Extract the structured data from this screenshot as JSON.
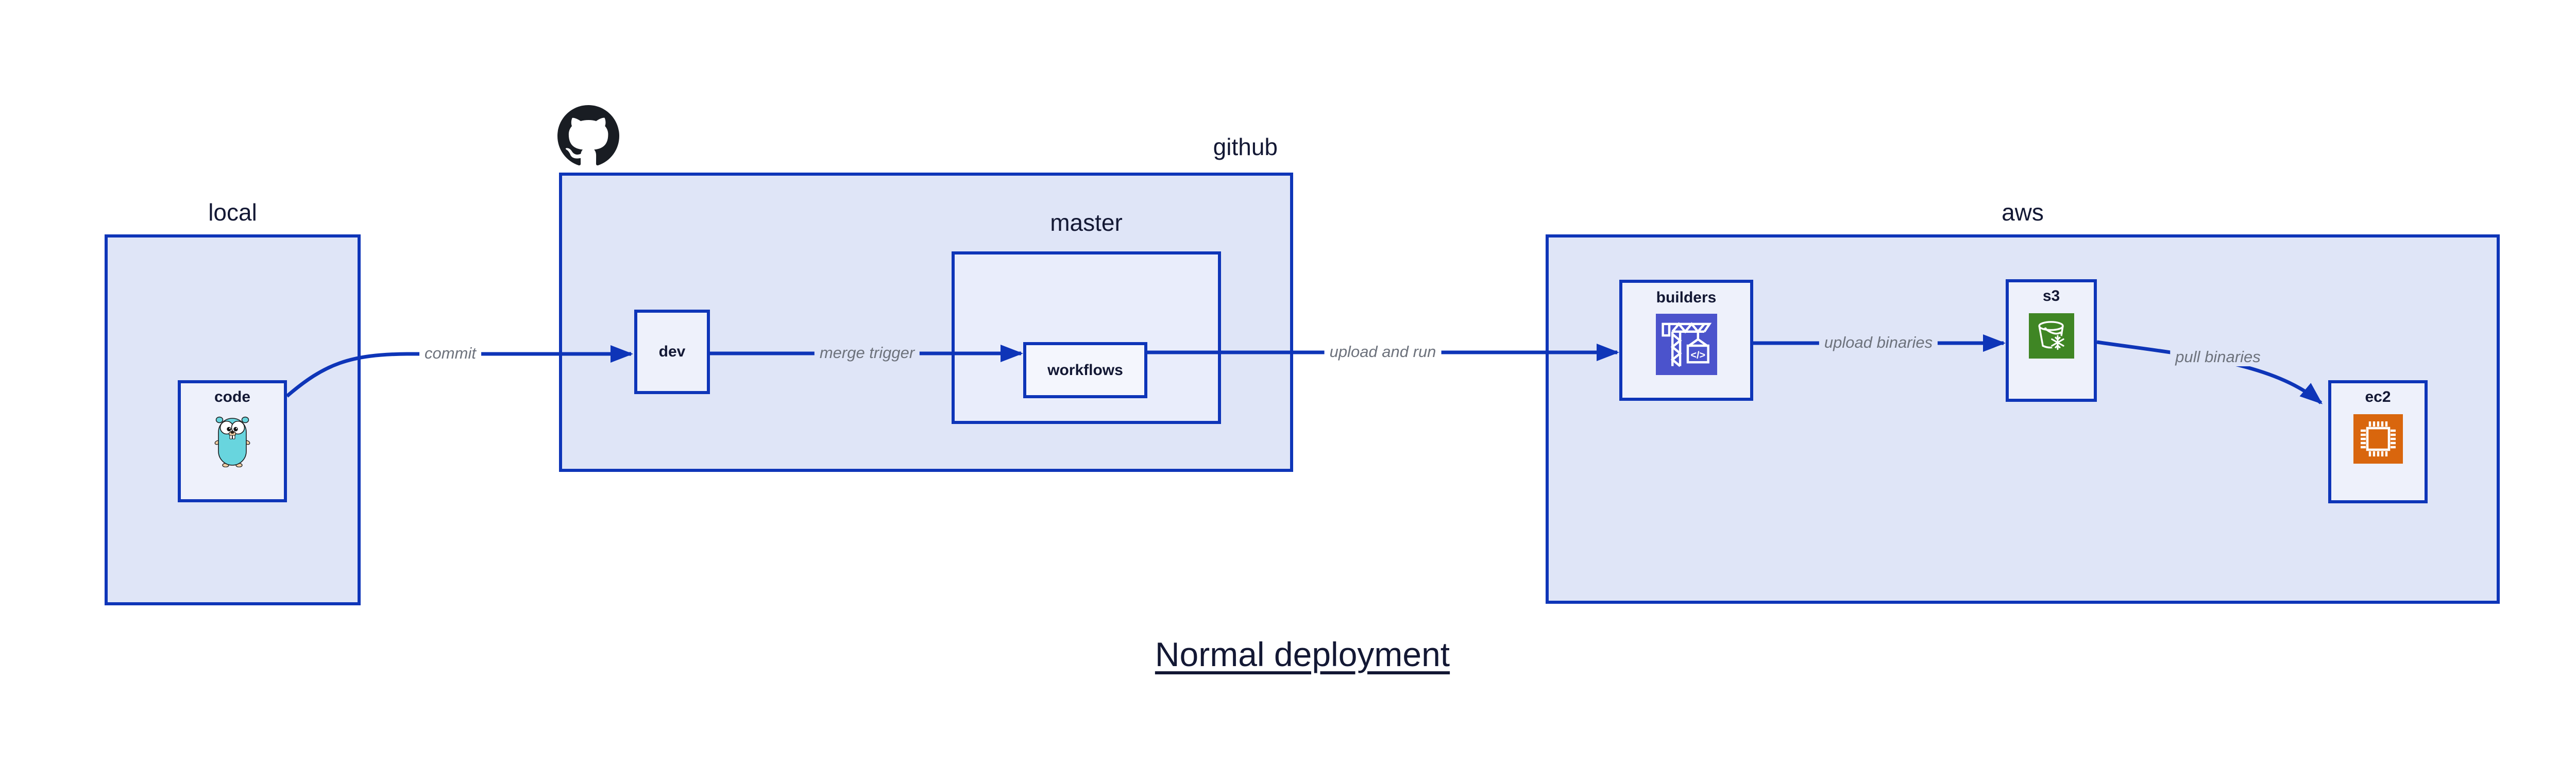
{
  "title": "Normal deployment",
  "colors": {
    "border_blue": "#0e35b8",
    "fill_group": "#dfe5f7",
    "fill_master": "#e9edfb",
    "fill_node": "#eef1fb",
    "fill_workflows": "#f4f6fd",
    "text_dark": "#131834",
    "label_gray": "#6d727c",
    "builders_bg": "#4b53cc",
    "s3_bg": "#3f8624",
    "ec2_bg": "#d9660d",
    "gopher_teal": "#68d5de",
    "gopher_skin": "#f2cfa4"
  },
  "groups": {
    "local": {
      "label": "local"
    },
    "github": {
      "label": "github"
    },
    "master": {
      "label": "master"
    },
    "aws": {
      "label": "aws"
    }
  },
  "nodes": {
    "code": {
      "label": "code",
      "icon": "go-gopher-icon"
    },
    "dev": {
      "label": "dev"
    },
    "workflows": {
      "label": "workflows"
    },
    "builders": {
      "label": "builders",
      "icon": "codebuild-crane-icon",
      "icon_text": "</>"
    },
    "s3": {
      "label": "s3",
      "icon": "s3-glacier-bucket-icon"
    },
    "ec2": {
      "label": "ec2",
      "icon": "ec2-chip-icon"
    }
  },
  "edges": [
    {
      "from": "code",
      "to": "dev",
      "label": "commit"
    },
    {
      "from": "dev",
      "to": "workflows",
      "label": "merge trigger"
    },
    {
      "from": "workflows",
      "to": "builders",
      "label": "upload and run"
    },
    {
      "from": "builders",
      "to": "s3",
      "label": "upload binaries"
    },
    {
      "from": "s3",
      "to": "ec2",
      "label": "pull binaries"
    }
  ],
  "logo": "github-octocat-logo"
}
